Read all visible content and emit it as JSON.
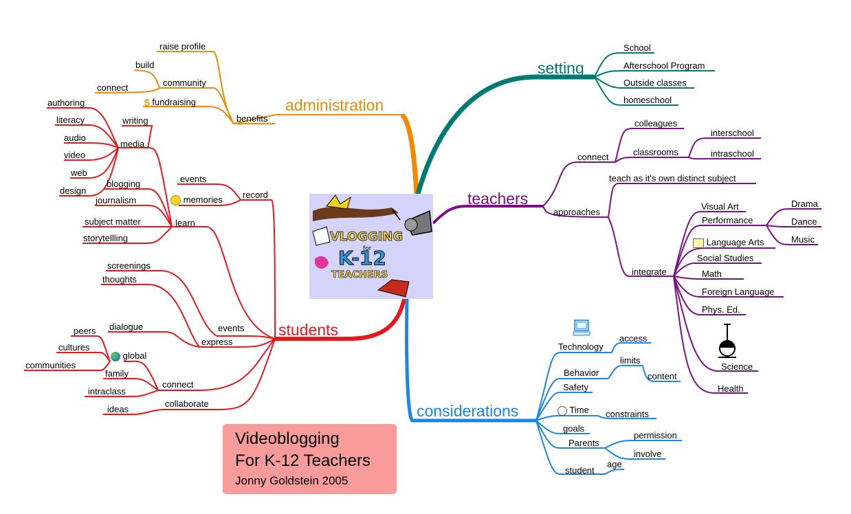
{
  "colors": {
    "administration": "#f28a00",
    "setting": "#007b73",
    "teachers": "#7d0f86",
    "students": "#e8171b",
    "considerations": "#1a86e8"
  },
  "center_image": {
    "line1": "VLOGGING",
    "line2": "for",
    "line3": "K-12",
    "line4": "TEACHERS"
  },
  "legend": {
    "title1": "Videoblogging",
    "title2": "For K-12 Teachers",
    "credit": "Jonny Goldstein 2005"
  },
  "administration": {
    "label": "administration",
    "benefits": "benefits",
    "raise_profile": "raise profile",
    "community": "community",
    "build": "build",
    "connect": "connect",
    "fundraising": "fundraising"
  },
  "setting": {
    "label": "setting",
    "items": [
      "School",
      "Afterschool Program",
      "Outside classes",
      "homeschool"
    ]
  },
  "teachers": {
    "label": "teachers",
    "connect": "connect",
    "colleagues": "colleagues",
    "classrooms": "classrooms",
    "interschool": "interschool",
    "intraschool": "intraschool",
    "approaches": "approaches",
    "distinct": "teach as it's own distinct subject",
    "integrate": "integrate",
    "visual_art": "Visual Art",
    "performance": "Performance",
    "drama": "Drama",
    "dance": "Dance",
    "music": "Music",
    "language_arts": "Language Arts",
    "social_studies": "Social Studies",
    "math": "Math",
    "foreign_language": "Foreign Language",
    "phys_ed": "Phys. Ed.",
    "science": "Science",
    "health": "Health"
  },
  "students": {
    "label": "students",
    "learn": "learn",
    "media": "media",
    "writing": "writing",
    "authoring": "authoring",
    "literacy": "literacy",
    "audio": "audio",
    "video": "video",
    "web": "web",
    "design": "design",
    "blogging": "blogging",
    "journalism": "journalism",
    "subject_matter": "subject matter",
    "storytelling": "storytellling",
    "record": "record",
    "events": "events",
    "memories": "memories",
    "express": "express",
    "events2": "events",
    "screenings": "screenings",
    "thoughts": "thoughts",
    "dialogue": "dialogue",
    "connect": "connect",
    "global": "global",
    "peers": "peers",
    "cultures": "cultures",
    "communities": "communities",
    "family": "family",
    "intraclass": "intraclass",
    "collaborate": "collaborate",
    "ideas": "ideas"
  },
  "considerations": {
    "label": "considerations",
    "technology": "Technology",
    "access": "access",
    "behavior": "Behavior",
    "limits": "limits",
    "content": "content",
    "safety": "Safety",
    "time": "Time",
    "constraints": "constraints",
    "goals": "goals",
    "parents": "Parents",
    "permission": "permission",
    "involve": "involve",
    "student": "student",
    "age": "age"
  }
}
